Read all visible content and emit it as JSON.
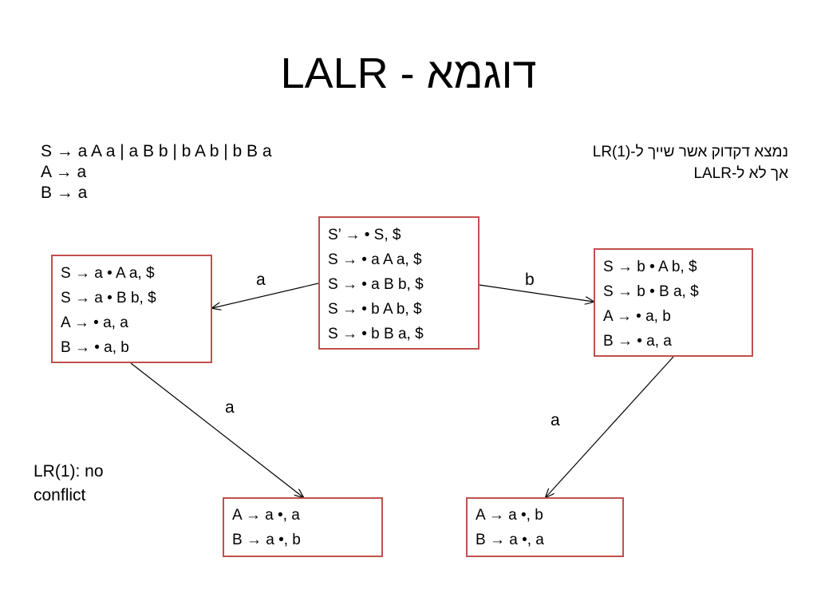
{
  "title": "LALR - דוגמא",
  "grammar": [
    "S → a A a | a B b | b A b | b B a",
    "A → a",
    "B → a"
  ],
  "note": {
    "line1": "נמצא דקדוק אשר שייך ל-LR(1)",
    "line2": "אך לא ל-LALR",
    "lr1_line1": "LR(1): no",
    "lr1_line2": "conflict"
  },
  "states": {
    "s0": [
      "S’ → • S, $",
      "S → • a A a, $",
      "S → • a B b, $",
      "S → • b A b, $",
      "S → • b B a, $"
    ],
    "s1": [
      "S → a • A a, $",
      "S → a • B b, $",
      "A → • a, a",
      "B → • a, b"
    ],
    "s2": [
      "S → b • A b, $",
      "S → b • B a, $",
      "A → • a, b",
      "B → • a, a"
    ],
    "s3": [
      "A → a •, a",
      "B → a •, b"
    ],
    "s4": [
      "A → a •, b",
      "B → a •, a"
    ]
  },
  "transitions": {
    "s0_s1": "a",
    "s0_s2": "b",
    "s1_s3": "a",
    "s2_s4": "a"
  },
  "colors": {
    "state_border": "#c0504d",
    "edge": "#000000"
  }
}
